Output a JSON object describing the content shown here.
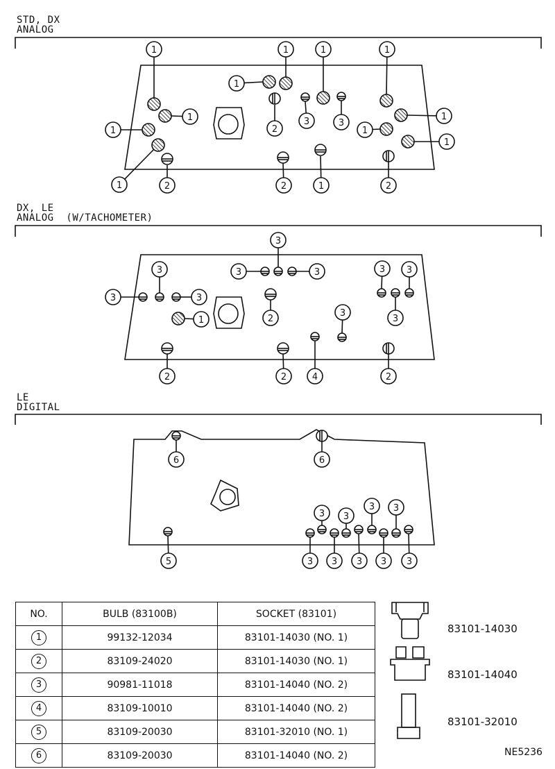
{
  "sections": [
    {
      "line1": "STD, DX",
      "line2": "ANALOG"
    },
    {
      "line1": "DX, LE",
      "line2": "ANALOG  (W/TACHOMETER)"
    },
    {
      "line1": "LE",
      "line2": "DIGITAL"
    }
  ],
  "table": {
    "headers": [
      "NO.",
      "BULB (83100B)",
      "SOCKET (83101)"
    ],
    "rows": [
      {
        "no": "1",
        "bulb": "99132-12034",
        "socket": "83101-14030 (NO. 1)"
      },
      {
        "no": "2",
        "bulb": "83109-24020",
        "socket": "83101-14030 (NO. 1)"
      },
      {
        "no": "3",
        "bulb": "90981-11018",
        "socket": "83101-14040 (NO. 2)"
      },
      {
        "no": "4",
        "bulb": "83109-10010",
        "socket": "83101-14040 (NO. 2)"
      },
      {
        "no": "5",
        "bulb": "83109-20030",
        "socket": "83101-32010 (NO. 1)"
      },
      {
        "no": "6",
        "bulb": "83109-20030",
        "socket": "83101-14040 (NO. 2)"
      }
    ]
  },
  "socket_parts": [
    "83101-14030",
    "83101-14040",
    "83101-32010"
  ],
  "drawing_code": "NE5236"
}
